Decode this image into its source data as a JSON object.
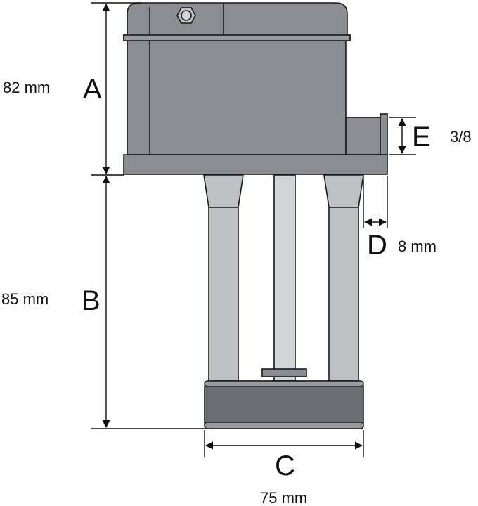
{
  "colors": {
    "body_fill": "#8c8d92",
    "dark_fill": "#6d6e73",
    "light_fill": "#c7c8cc",
    "outline": "#1a1a1a",
    "dimension_line": "#111111"
  },
  "dimensions": {
    "A": {
      "letter": "A",
      "value": "82 mm"
    },
    "B": {
      "letter": "B",
      "value": "85 mm"
    },
    "C": {
      "letter": "C",
      "value": "75 mm"
    },
    "D": {
      "letter": "D",
      "value": "8 mm"
    },
    "E": {
      "letter": "E",
      "value": "3/8"
    }
  }
}
